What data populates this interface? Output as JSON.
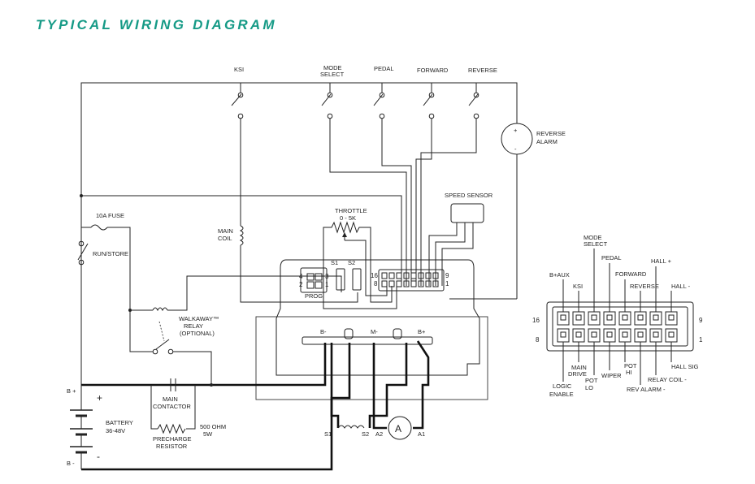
{
  "title": "TYPICAL WIRING DIAGRAM",
  "switches": {
    "ksi": "KSI",
    "mode_select_1": "MODE",
    "mode_select_2": "SELECT",
    "pedal": "PEDAL",
    "forward": "FORWARD",
    "reverse": "REVERSE",
    "run_store": "RUN/STORE"
  },
  "components": {
    "reverse_alarm_1": "REVERSE",
    "reverse_alarm_2": "ALARM",
    "reverse_alarm_plus": "+",
    "reverse_alarm_minus": "-",
    "speed_sensor": "SPEED SENSOR",
    "throttle_1": "THROTTLE",
    "throttle_2": "0 - 5K",
    "fuse": "10A FUSE",
    "main_coil_1": "MAIN",
    "main_coil_2": "COIL",
    "walkaway_1": "WALKAWAY™",
    "walkaway_2": "RELAY",
    "walkaway_3": "(OPTIONAL)",
    "main_contactor_1": "MAIN",
    "main_contactor_2": "CONTACTOR",
    "precharge_1": "PRECHARGE",
    "precharge_2": "RESISTOR",
    "ohm_1": "500 OHM",
    "ohm_2": "5W",
    "battery_1": "BATTERY",
    "battery_2": "36-48V",
    "b_plus": "B +",
    "b_minus": "B -",
    "bat_plus": "+",
    "bat_minus": "-",
    "motor_s1": "S1",
    "motor_s2": "S2",
    "motor_a1": "A1",
    "motor_a2": "A2",
    "armature": "A"
  },
  "controller": {
    "s1": "S1",
    "s2": "S2",
    "prog": "PROG.",
    "prog_4": "4",
    "prog_3": "3",
    "prog_2": "2",
    "prog_1": "1",
    "pin_16": "16",
    "pin_9": "9",
    "pin_8": "8",
    "pin_1": "1",
    "term_bminus": "B-",
    "term_mminus": "M-",
    "term_bplus": "B+"
  },
  "connector": {
    "pin_16": "16",
    "pin_9": "9",
    "pin_8": "8",
    "pin_1": "1",
    "top_labels": {
      "mode_select_1": "MODE",
      "mode_select_2": "SELECT",
      "pedal": "PEDAL",
      "hall_plus": "HALL +",
      "b_aux": "B+AUX",
      "forward": "FORWARD",
      "ksi": "KSI",
      "reverse": "REVERSE",
      "hall_minus": "HALL -"
    },
    "bottom_labels": {
      "hall_sig": "HALL SIG",
      "main_drive_1": "MAIN",
      "main_drive_2": "DRIVE",
      "pot_hi_1": "POT",
      "pot_hi_2": "HI",
      "relay_coil": "RELAY COIL -",
      "wiper": "WIPER",
      "pot_lo_1": "POT",
      "pot_lo_2": "LO",
      "rev_alarm": "REV ALARM -",
      "logic_1": "LOGIC",
      "logic_2": "ENABLE"
    }
  }
}
